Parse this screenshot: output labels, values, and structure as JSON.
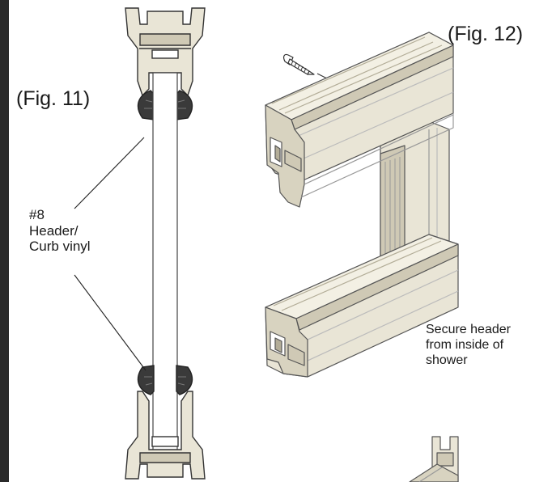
{
  "figures": {
    "fig11_label": "(Fig. 11)",
    "fig12_label": "(Fig. 12)"
  },
  "callouts": {
    "vinyl": [
      "#8",
      "Header/",
      "Curb vinyl"
    ],
    "secure": [
      "Secure header",
      "from inside of",
      "shower"
    ]
  },
  "colors": {
    "side_bar": "#2a2a2a",
    "aluminum_fill": "#e9e5d6",
    "aluminum_shade": "#cfc9b5",
    "aluminum_dark": "#b3ad98",
    "vinyl": "#3a3a3a",
    "outline": "#333333"
  },
  "icons": {
    "screw": "screw-icon"
  }
}
